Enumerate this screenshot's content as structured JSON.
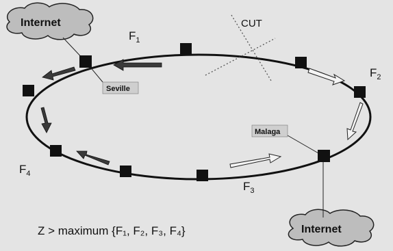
{
  "clouds": {
    "top_left": "Internet",
    "bottom_right": "Internet"
  },
  "cities": {
    "seville": "Seville",
    "malaga": "Malaga"
  },
  "cut_label": "CUT",
  "flows": {
    "f1": {
      "main": "F",
      "sub": "1"
    },
    "f2": {
      "main": "F",
      "sub": "2"
    },
    "f3": {
      "main": "F",
      "sub": "3"
    },
    "f4": {
      "main": "F",
      "sub": "4"
    }
  },
  "formula": "Z > maximum {F₁, F₂, F₃, F₄}"
}
